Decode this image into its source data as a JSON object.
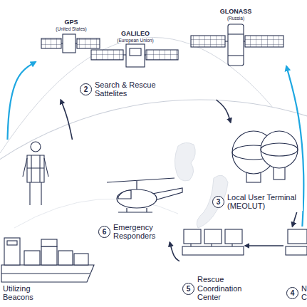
{
  "diagram": {
    "nodes": [
      {
        "text": [
          "Utilizing Beacons"
        ]
      },
      {
        "text": [
          "2",
          "Search & Rescue Sattelites"
        ]
      },
      {
        "text": [
          "3",
          "Local User Terminal (MEOLUT)"
        ]
      },
      {
        "text": [
          "4",
          "N C"
        ]
      },
      {
        "text": [
          "5",
          "Rescue Coordination Center"
        ]
      },
      {
        "text": [
          "6",
          "Emergency Responders"
        ]
      }
    ],
    "edges": [
      {
        "from": 0,
        "to": 1,
        "arrow": "to"
      },
      {
        "from": 0,
        "to": 1,
        "arrow": "to"
      },
      {
        "from": 1,
        "to": 2,
        "arrow": "to"
      },
      {
        "from": 3,
        "to": 1,
        "arrow": "to"
      },
      {
        "from": 2,
        "to": 3,
        "arrow": "to"
      },
      {
        "from": 3,
        "to": 4,
        "arrow": "to"
      },
      {
        "from": 4,
        "to": 5,
        "arrow": "to"
      }
    ],
    "labels": [
      "GPS",
      "(United States)",
      "GALILEO",
      "(European Union)",
      "GLONASS",
      "(Russia)"
    ]
  }
}
